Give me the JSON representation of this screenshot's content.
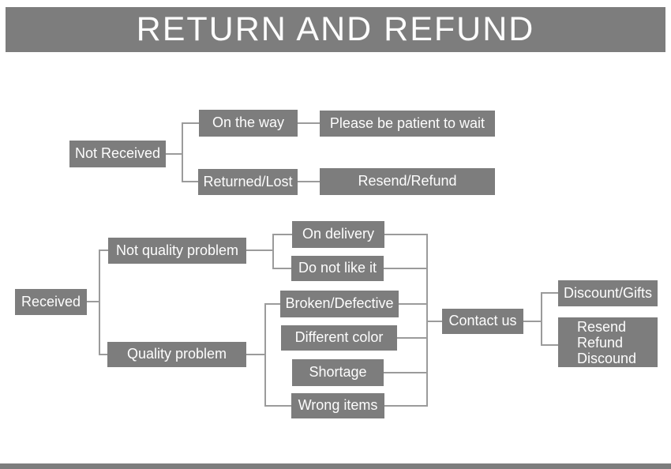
{
  "header": {
    "title": "RETURN AND REFUND"
  },
  "flowchart": {
    "nodes": {
      "not_received": "Not Received",
      "on_the_way": "On the way",
      "please_wait": "Please be patient to wait",
      "returned_lost": "Returned/Lost",
      "resend_refund": "Resend/Refund",
      "received": "Received",
      "not_quality_problem": "Not quality problem",
      "on_delivery": "On delivery",
      "do_not_like_it": "Do not like it",
      "quality_problem": "Quality problem",
      "broken_defective": "Broken/Defective",
      "different_color": "Different color",
      "shortage": "Shortage",
      "wrong_items": "Wrong items",
      "contact_us": "Contact us",
      "discount_gifts": "Discount/Gifts",
      "resend_refund_discound": {
        "line1": "Resend",
        "line2": "Refund",
        "line3": "Discound"
      }
    }
  },
  "colors": {
    "bar_gray": "#7d7d7d",
    "box_gray": "#7d7d7d",
    "line_gray": "#9b9b9b",
    "text_white": "#fdfdfd"
  }
}
